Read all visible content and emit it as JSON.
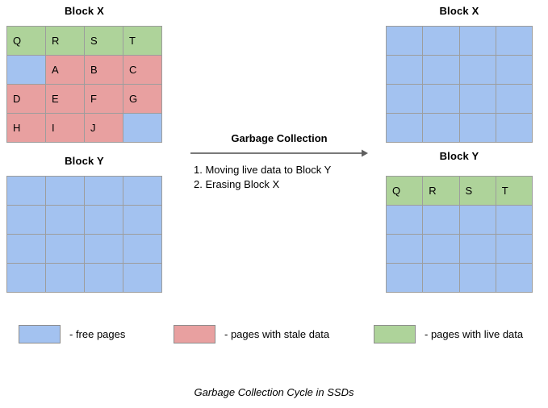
{
  "figure": {
    "caption": "Garbage Collection Cycle in SSDs"
  },
  "transition": {
    "heading": "Garbage Collection",
    "arrow_icon": "right-arrow-icon",
    "steps": [
      "1. Moving live data to Block Y",
      "2. Erasing Block X"
    ]
  },
  "blocks": {
    "x_before": {
      "title": "Block X",
      "rows": [
        [
          {
            "label": "Q",
            "state": "live"
          },
          {
            "label": "R",
            "state": "live"
          },
          {
            "label": "S",
            "state": "live"
          },
          {
            "label": "T",
            "state": "live"
          }
        ],
        [
          {
            "label": "",
            "state": "free"
          },
          {
            "label": "A",
            "state": "stale"
          },
          {
            "label": "B",
            "state": "stale"
          },
          {
            "label": "C",
            "state": "stale"
          }
        ],
        [
          {
            "label": "D",
            "state": "stale"
          },
          {
            "label": "E",
            "state": "stale"
          },
          {
            "label": "F",
            "state": "stale"
          },
          {
            "label": "G",
            "state": "stale"
          }
        ],
        [
          {
            "label": "H",
            "state": "stale"
          },
          {
            "label": "I",
            "state": "stale"
          },
          {
            "label": "J",
            "state": "stale"
          },
          {
            "label": "",
            "state": "free"
          }
        ]
      ]
    },
    "y_before": {
      "title": "Block Y",
      "rows": [
        [
          {
            "label": "",
            "state": "free"
          },
          {
            "label": "",
            "state": "free"
          },
          {
            "label": "",
            "state": "free"
          },
          {
            "label": "",
            "state": "free"
          }
        ],
        [
          {
            "label": "",
            "state": "free"
          },
          {
            "label": "",
            "state": "free"
          },
          {
            "label": "",
            "state": "free"
          },
          {
            "label": "",
            "state": "free"
          }
        ],
        [
          {
            "label": "",
            "state": "free"
          },
          {
            "label": "",
            "state": "free"
          },
          {
            "label": "",
            "state": "free"
          },
          {
            "label": "",
            "state": "free"
          }
        ],
        [
          {
            "label": "",
            "state": "free"
          },
          {
            "label": "",
            "state": "free"
          },
          {
            "label": "",
            "state": "free"
          },
          {
            "label": "",
            "state": "free"
          }
        ]
      ]
    },
    "x_after": {
      "title": "Block X",
      "rows": [
        [
          {
            "label": "",
            "state": "free"
          },
          {
            "label": "",
            "state": "free"
          },
          {
            "label": "",
            "state": "free"
          },
          {
            "label": "",
            "state": "free"
          }
        ],
        [
          {
            "label": "",
            "state": "free"
          },
          {
            "label": "",
            "state": "free"
          },
          {
            "label": "",
            "state": "free"
          },
          {
            "label": "",
            "state": "free"
          }
        ],
        [
          {
            "label": "",
            "state": "free"
          },
          {
            "label": "",
            "state": "free"
          },
          {
            "label": "",
            "state": "free"
          },
          {
            "label": "",
            "state": "free"
          }
        ],
        [
          {
            "label": "",
            "state": "free"
          },
          {
            "label": "",
            "state": "free"
          },
          {
            "label": "",
            "state": "free"
          },
          {
            "label": "",
            "state": "free"
          }
        ]
      ]
    },
    "y_after": {
      "title": "Block Y",
      "rows": [
        [
          {
            "label": "Q",
            "state": "live"
          },
          {
            "label": "R",
            "state": "live"
          },
          {
            "label": "S",
            "state": "live"
          },
          {
            "label": "T",
            "state": "live"
          }
        ],
        [
          {
            "label": "",
            "state": "free"
          },
          {
            "label": "",
            "state": "free"
          },
          {
            "label": "",
            "state": "free"
          },
          {
            "label": "",
            "state": "free"
          }
        ],
        [
          {
            "label": "",
            "state": "free"
          },
          {
            "label": "",
            "state": "free"
          },
          {
            "label": "",
            "state": "free"
          },
          {
            "label": "",
            "state": "free"
          }
        ],
        [
          {
            "label": "",
            "state": "free"
          },
          {
            "label": "",
            "state": "free"
          },
          {
            "label": "",
            "state": "free"
          },
          {
            "label": "",
            "state": "free"
          }
        ]
      ]
    }
  },
  "legend": [
    {
      "key": "free",
      "label": "- free pages",
      "color": "#a3c2f0"
    },
    {
      "key": "stale",
      "label": "- pages with stale data",
      "color": "#e8a0a0"
    },
    {
      "key": "live",
      "label": "- pages with live data",
      "color": "#aed39a"
    }
  ],
  "colors": {
    "free": "#a3c2f0",
    "stale": "#e8a0a0",
    "live": "#aed39a",
    "grid_line": "#9d9d9d",
    "arrow": "#7a7a7a",
    "text": "#000000",
    "background": "#ffffff"
  }
}
